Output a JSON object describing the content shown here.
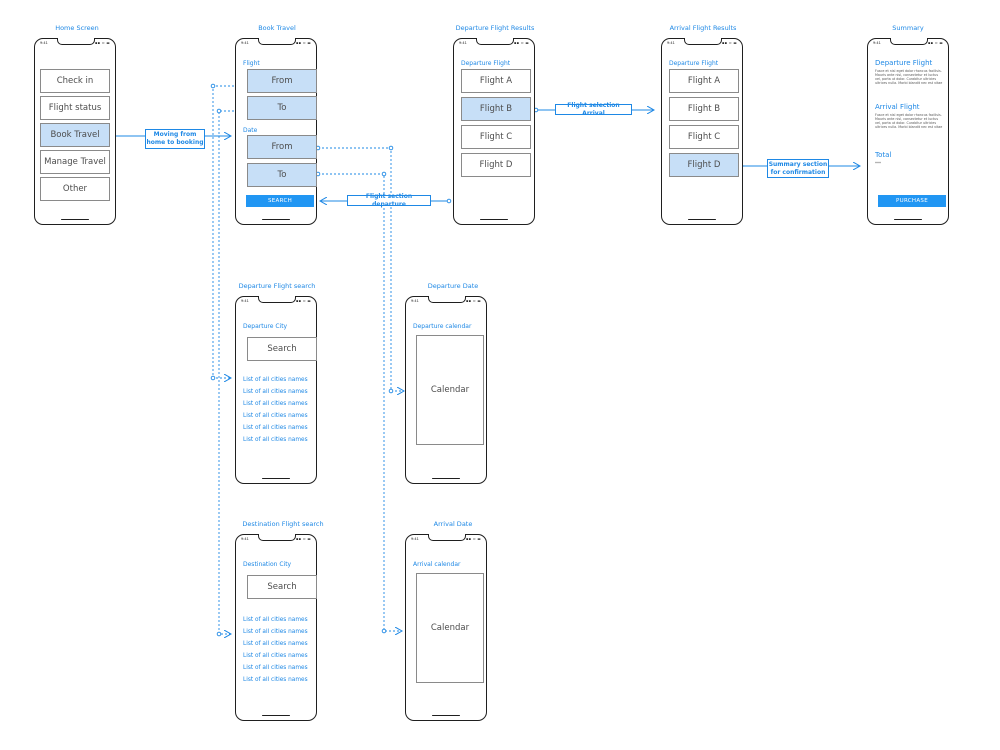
{
  "screen_titles": {
    "home": "Home Screen",
    "book": "Book Travel",
    "departure_results": "Departure Flight Results",
    "arrival_results": "Arrival Flight Results",
    "summary": "Summary",
    "departure_search": "Departure Flight search",
    "departure_date": "Departure Date",
    "destination_search": "Destination Flight search",
    "arrival_date": "Arrival Date"
  },
  "status": {
    "time": "9:41",
    "icons": "▪▪ ≈ ▬"
  },
  "home": {
    "menu": [
      "Check in",
      "Flight status",
      "Book Travel",
      "Manage Travel",
      "Other"
    ],
    "selected_index": 2
  },
  "book": {
    "flight_label": "Flight",
    "flight_from": "From",
    "flight_to": "To",
    "date_label": "Date",
    "date_from": "From",
    "date_to": "To",
    "search_button": "SEARCH"
  },
  "departure_results": {
    "label": "Departure Flight",
    "flights": [
      "Flight A",
      "Flight B",
      "Flight C",
      "Flight D"
    ],
    "selected_index": 1
  },
  "arrival_results": {
    "label": "Departure Flight",
    "flights": [
      "Flight A",
      "Flight B",
      "Flight C",
      "Flight D"
    ],
    "selected_index": 3
  },
  "summary": {
    "departure_label": "Departure Flight",
    "departure_text": "Fusce et nisl eget dolor rhoncus facilisis. Mauris ante nisl, consectetur et luctus vel, porta ut dolor. Curabitur ultricies ultrices nulla. Morbi blandit nec est vitae",
    "arrival_label": "Arrival Flight",
    "arrival_text": "Fusce et nisl eget dolor rhoncus facilisis. Mauris ante nisl, consectetur et luctus vel, porta ut dolor. Curabitur ultricies ultrices nulla. Morbi blandit nec est vitae",
    "total_label": "Total",
    "total_value": "***",
    "purchase_button": "PURCHASE"
  },
  "departure_search": {
    "label": "Departure City",
    "search": "Search",
    "items": [
      "List of all cities names",
      "List of all cities names",
      "List of all cities names",
      "List of all cities names",
      "List of all cities names",
      "List of all cities names"
    ]
  },
  "destination_search": {
    "label": "Destination City",
    "search": "Search",
    "items": [
      "List of all cities names",
      "List of all cities names",
      "List of all cities names",
      "List of all cities names",
      "List of all cities names",
      "List of all cities names"
    ]
  },
  "departure_date": {
    "label": "Departure calendar",
    "calendar": "Calendar"
  },
  "arrival_date": {
    "label": "Arrival calendar",
    "calendar": "Calendar"
  },
  "annotations": {
    "home_to_booking": "Moving from home to booking",
    "flight_section_departure": "Flight section departure",
    "flight_selection_arrival": "Flight selection Arrival",
    "summary_confirmation": "Summary section for confirmation"
  },
  "colors": {
    "accent": "#1e88e5",
    "selected_fill": "#c7dff7",
    "button": "#2196f3",
    "frame": "#1f1f1f"
  }
}
